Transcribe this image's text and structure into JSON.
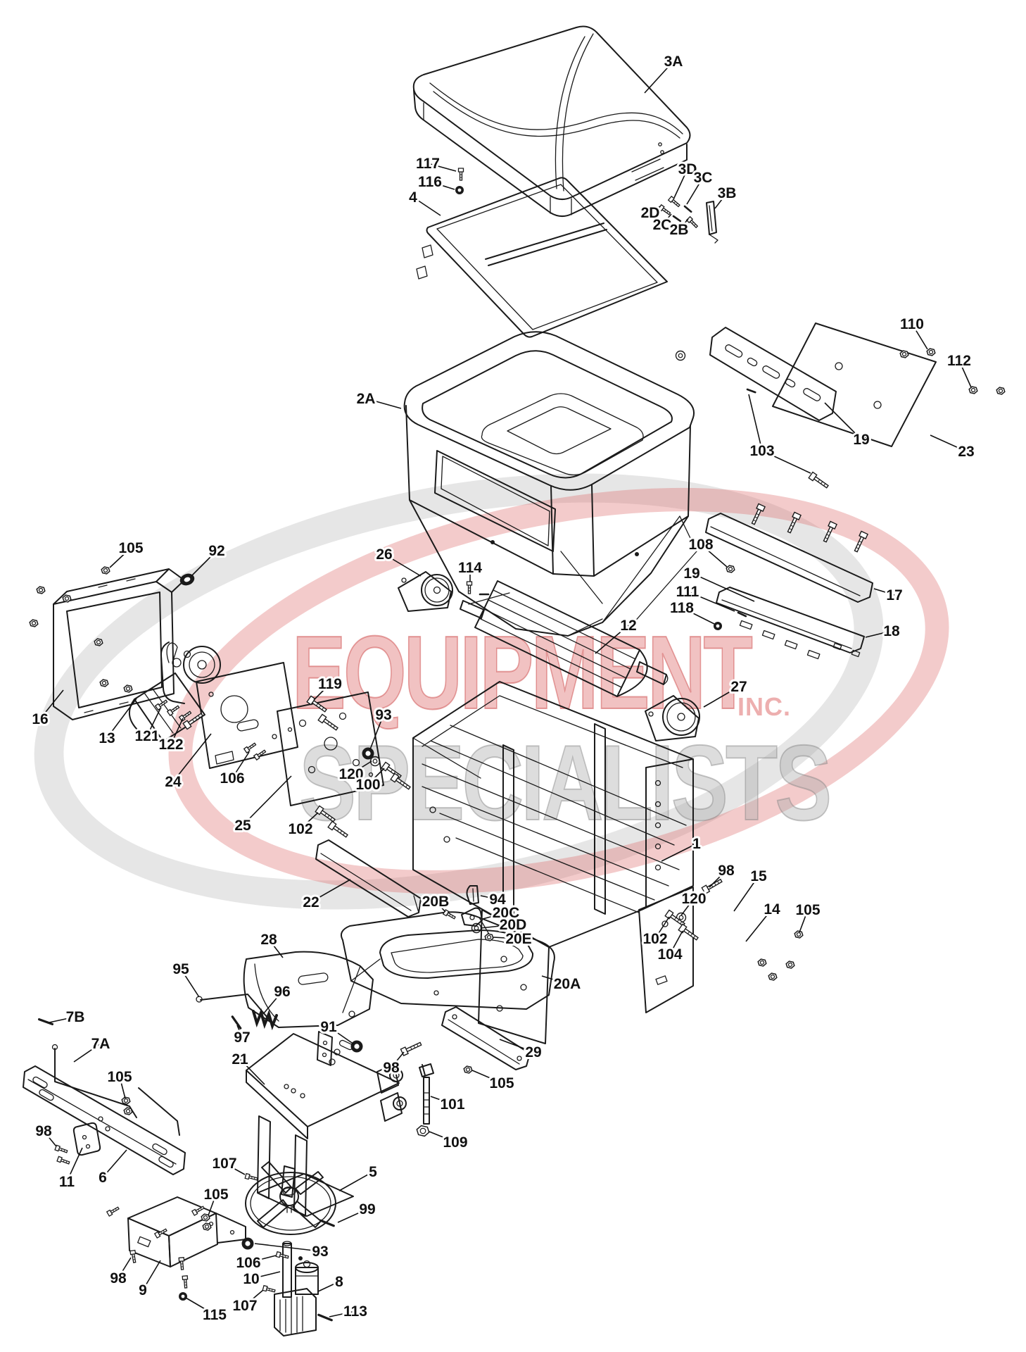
{
  "watermark": {
    "line1": "EQUIPMENT",
    "line2": "SPECIALISTS",
    "suffix": "INC.",
    "accent_color": "#d96c6c",
    "gray_color": "#c9c9c9"
  },
  "diagram": {
    "callouts": [
      [
        "3A",
        957,
        87,
        916,
        132
      ],
      [
        "117",
        608,
        232,
        648,
        243
      ],
      [
        "116",
        611,
        258,
        646,
        269
      ],
      [
        "4",
        587,
        280,
        626,
        306
      ],
      [
        "3D",
        977,
        240,
        958,
        281
      ],
      [
        "3C",
        999,
        252,
        976,
        290
      ],
      [
        "2D",
        924,
        302,
        938,
        293
      ],
      [
        "2C",
        941,
        319,
        954,
        304
      ],
      [
        "2B",
        965,
        326,
        978,
        311
      ],
      [
        "3B",
        1033,
        274,
        1016,
        296
      ],
      [
        "110",
        1296,
        460,
        1318,
        496
      ],
      [
        "112",
        1363,
        512,
        1380,
        550
      ],
      [
        "19",
        1224,
        624,
        1172,
        572
      ],
      [
        "23",
        1373,
        641,
        1322,
        618
      ],
      [
        "103",
        1083,
        640,
        1152,
        672,
        1064,
        560
      ],
      [
        "2A",
        520,
        566,
        570,
        580
      ],
      [
        "26",
        546,
        787,
        598,
        818
      ],
      [
        "114",
        668,
        806,
        668,
        826
      ],
      [
        "105",
        186,
        778,
        156,
        806
      ],
      [
        "92",
        308,
        782,
        272,
        818
      ],
      [
        "12",
        893,
        888,
        846,
        928
      ],
      [
        "108",
        996,
        773,
        1033,
        805
      ],
      [
        "19",
        983,
        814,
        1072,
        854
      ],
      [
        "111",
        977,
        840,
        1044,
        868
      ],
      [
        "118",
        969,
        863,
        1015,
        886
      ],
      [
        "17",
        1271,
        845,
        1242,
        836
      ],
      [
        "18",
        1267,
        896,
        1230,
        905
      ],
      [
        "27",
        1050,
        975,
        1000,
        1004
      ],
      [
        "16",
        57,
        1021,
        90,
        980
      ],
      [
        "13",
        152,
        1048,
        194,
        992
      ],
      [
        "121",
        209,
        1045,
        228,
        1006
      ],
      [
        "122",
        243,
        1057,
        260,
        1020
      ],
      [
        "24",
        246,
        1110,
        300,
        1042
      ],
      [
        "106",
        330,
        1105,
        354,
        1068
      ],
      [
        "25",
        345,
        1172,
        414,
        1102
      ],
      [
        "119",
        469,
        971,
        446,
        994
      ],
      [
        "93",
        545,
        1015,
        526,
        1064
      ],
      [
        "120",
        499,
        1099,
        528,
        1081
      ],
      [
        "100",
        523,
        1114,
        546,
        1091
      ],
      [
        "102",
        427,
        1177,
        452,
        1154
      ],
      [
        "1",
        990,
        1198,
        940,
        1223
      ],
      [
        "98",
        1032,
        1236,
        1008,
        1260
      ],
      [
        "15",
        1078,
        1244,
        1043,
        1294
      ],
      [
        "120",
        986,
        1276,
        968,
        1300
      ],
      [
        "14",
        1097,
        1291,
        1060,
        1337
      ],
      [
        "105",
        1148,
        1292,
        1136,
        1324
      ],
      [
        "102",
        931,
        1333,
        951,
        1302
      ],
      [
        "104",
        952,
        1355,
        970,
        1322
      ],
      [
        "22",
        442,
        1281,
        498,
        1249
      ],
      [
        "20B",
        619,
        1280,
        633,
        1295
      ],
      [
        "94",
        707,
        1277,
        683,
        1272
      ],
      [
        "20C",
        719,
        1296,
        686,
        1305
      ],
      [
        "20D",
        729,
        1313,
        683,
        1318
      ],
      [
        "20E",
        737,
        1333,
        701,
        1331
      ],
      [
        "28",
        382,
        1334,
        402,
        1360
      ],
      [
        "20A",
        806,
        1397,
        770,
        1386
      ],
      [
        "95",
        257,
        1376,
        283,
        1416
      ],
      [
        "96",
        401,
        1408,
        374,
        1440
      ],
      [
        "97",
        344,
        1473,
        337,
        1456
      ],
      [
        "91",
        467,
        1458,
        503,
        1483
      ],
      [
        "29",
        758,
        1494,
        710,
        1476
      ],
      [
        "98",
        556,
        1516,
        574,
        1494
      ],
      [
        "21",
        341,
        1504,
        376,
        1540
      ],
      [
        "105",
        713,
        1538,
        671,
        1520
      ],
      [
        "101",
        643,
        1568,
        612,
        1557
      ],
      [
        "109",
        647,
        1622,
        610,
        1607
      ],
      [
        "7B",
        107,
        1444,
        70,
        1452
      ],
      [
        "7A",
        143,
        1482,
        105,
        1508
      ],
      [
        "105",
        170,
        1529,
        178,
        1560
      ],
      [
        "98",
        62,
        1606,
        80,
        1628
      ],
      [
        "11",
        95,
        1678,
        117,
        1630
      ],
      [
        "6",
        146,
        1672,
        180,
        1633
      ],
      [
        "107",
        319,
        1652,
        348,
        1668
      ],
      [
        "5",
        530,
        1664,
        482,
        1691
      ],
      [
        "105",
        307,
        1696,
        296,
        1726
      ],
      [
        "99",
        522,
        1717,
        480,
        1736
      ],
      [
        "93",
        455,
        1777,
        362,
        1766
      ],
      [
        "9",
        203,
        1832,
        228,
        1790
      ],
      [
        "98",
        168,
        1815,
        186,
        1786
      ],
      [
        "106",
        353,
        1793,
        392,
        1783
      ],
      [
        "10",
        357,
        1816,
        398,
        1806
      ],
      [
        "107",
        348,
        1854,
        374,
        1832
      ],
      [
        "115",
        305,
        1867,
        264,
        1843
      ],
      [
        "8",
        482,
        1820,
        452,
        1834
      ],
      [
        "113",
        505,
        1862,
        468,
        1870
      ]
    ],
    "hardware": [
      [
        "bolt-small",
        655,
        243,
        90
      ],
      [
        "nut-dark",
        653,
        270,
        0
      ],
      [
        "bolt-small",
        955,
        284,
        40
      ],
      [
        "pin",
        973,
        293,
        40
      ],
      [
        "bolt-small",
        941,
        296,
        35
      ],
      [
        "pin",
        957,
        307,
        35
      ],
      [
        "bolt-small",
        981,
        313,
        45
      ],
      [
        "nut",
        1323,
        500,
        0
      ],
      [
        "nut",
        1383,
        554,
        0
      ],
      [
        "nut",
        1422,
        555,
        0
      ],
      [
        "nut",
        1285,
        503,
        0
      ],
      [
        "washer",
        967,
        505,
        0
      ],
      [
        "bolt",
        1157,
        678,
        35
      ],
      [
        "pin",
        1062,
        553,
        20
      ],
      [
        "nut",
        150,
        810,
        0
      ],
      [
        "plug",
        266,
        823,
        -20
      ],
      [
        "nut",
        48,
        885,
        0
      ],
      [
        "nut",
        58,
        838,
        0
      ],
      [
        "nut",
        95,
        850,
        0
      ],
      [
        "nut",
        140,
        912,
        0
      ],
      [
        "nut",
        148,
        970,
        0
      ],
      [
        "nut",
        182,
        978,
        0
      ],
      [
        "bolt-small",
        667,
        830,
        90
      ],
      [
        "pin",
        682,
        844,
        0
      ],
      [
        "bolt-small",
        226,
        1003,
        -35
      ],
      [
        "bolt-small",
        243,
        1011,
        -35
      ],
      [
        "bolt-small",
        260,
        1019,
        -35
      ],
      [
        "bolt",
        268,
        1028,
        -35
      ],
      [
        "bolt-small",
        352,
        1064,
        -35
      ],
      [
        "bolt-small",
        366,
        1074,
        -35
      ],
      [
        "bolt",
        444,
        996,
        35
      ],
      [
        "bolt",
        460,
        1022,
        35
      ],
      [
        "grommet",
        523,
        1070,
        0
      ],
      [
        "washer",
        533,
        1081,
        0
      ],
      [
        "bolt",
        550,
        1090,
        35
      ],
      [
        "bolt",
        563,
        1106,
        35
      ],
      [
        "bolt",
        456,
        1152,
        35
      ],
      [
        "bolt",
        474,
        1174,
        35
      ],
      [
        "nut",
        1038,
        808,
        0
      ],
      [
        "pin",
        1049,
        870,
        25
      ],
      [
        "nut-dark",
        1020,
        889,
        0
      ],
      [
        "bolt",
        1080,
        723,
        115
      ],
      [
        "bolt",
        1131,
        735,
        115
      ],
      [
        "bolt",
        1182,
        748,
        115
      ],
      [
        "bolt",
        1226,
        762,
        115
      ],
      [
        "bolt",
        1005,
        1262,
        -30
      ],
      [
        "washer",
        968,
        1303,
        0
      ],
      [
        "bolt",
        953,
        1300,
        35
      ],
      [
        "bolt",
        972,
        1320,
        35
      ],
      [
        "nut",
        1135,
        1327,
        0
      ],
      [
        "nut",
        1083,
        1367,
        0
      ],
      [
        "nut",
        1123,
        1370,
        0
      ],
      [
        "nut",
        1098,
        1387,
        0
      ],
      [
        "bolt-small",
        635,
        1297,
        30
      ],
      [
        "washer",
        677,
        1318,
        0
      ],
      [
        "nut",
        695,
        1331,
        0
      ],
      [
        "bolt",
        577,
        1492,
        -25
      ],
      [
        "nut",
        665,
        1519,
        0
      ],
      [
        "nut-big",
        601,
        1606,
        0
      ],
      [
        "nut",
        179,
        1563,
        0
      ],
      [
        "nut",
        182,
        1578,
        0
      ],
      [
        "bolt-small",
        83,
        1631,
        20
      ],
      [
        "bolt-small",
        86,
        1647,
        20
      ],
      [
        "nut",
        292,
        1729,
        0
      ],
      [
        "nut",
        294,
        1742,
        0
      ],
      [
        "bolt-small",
        353,
        1671,
        15
      ],
      [
        "pin-long",
        465,
        1737,
        22
      ],
      [
        "grommet",
        352,
        1766,
        0
      ],
      [
        "bolt-small",
        397,
        1782,
        15
      ],
      [
        "dot",
        427,
        1787,
        0
      ],
      [
        "bolt-small",
        378,
        1830,
        15
      ],
      [
        "nut-dark",
        260,
        1841,
        0
      ],
      [
        "pin-long",
        462,
        1871,
        22
      ],
      [
        "bolt-small",
        189,
        1780,
        80
      ],
      [
        "bolt-small",
        157,
        1722,
        -30
      ],
      [
        "bolt-small",
        225,
        1753,
        -30
      ],
      [
        "bolt-small",
        278,
        1721,
        -30
      ],
      [
        "bolt-small",
        258,
        1790,
        85
      ],
      [
        "bolt-small",
        263,
        1816,
        85
      ],
      [
        "grommet",
        507,
        1486,
        0
      ],
      [
        "pin-long",
        336,
        1452,
        55
      ],
      [
        "pin-long",
        65,
        1451,
        20
      ],
      [
        "dot",
        700,
        770,
        0
      ],
      [
        "dot",
        905,
        787,
        0
      ]
    ]
  }
}
